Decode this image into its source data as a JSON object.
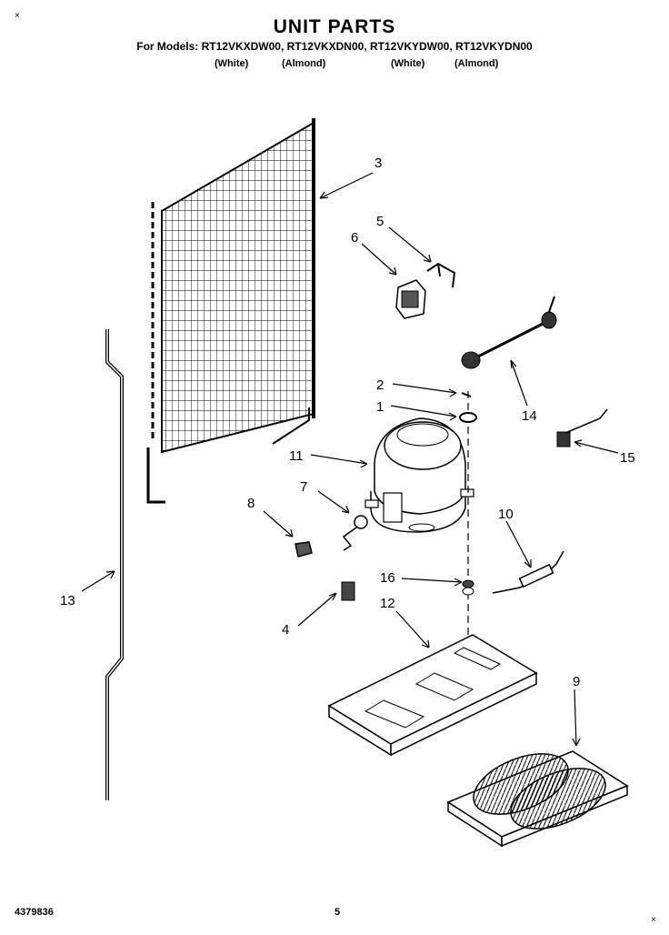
{
  "header": {
    "title": "UNIT PARTS",
    "models_line": "For Models: RT12VKXDW00, RT12VKXDN00, RT12VKYDW00, RT12VKYDN00",
    "colors": [
      "(White)",
      "(Almond)",
      "(White)",
      "(Almond)"
    ]
  },
  "corner_marks": [
    "×",
    "×"
  ],
  "callouts": [
    "1",
    "2",
    "3",
    "4",
    "5",
    "6",
    "7",
    "8",
    "9",
    "10",
    "11",
    "12",
    "13",
    "14",
    "15",
    "16"
  ],
  "footer": {
    "part_number": "4379836",
    "page_number": "5"
  }
}
